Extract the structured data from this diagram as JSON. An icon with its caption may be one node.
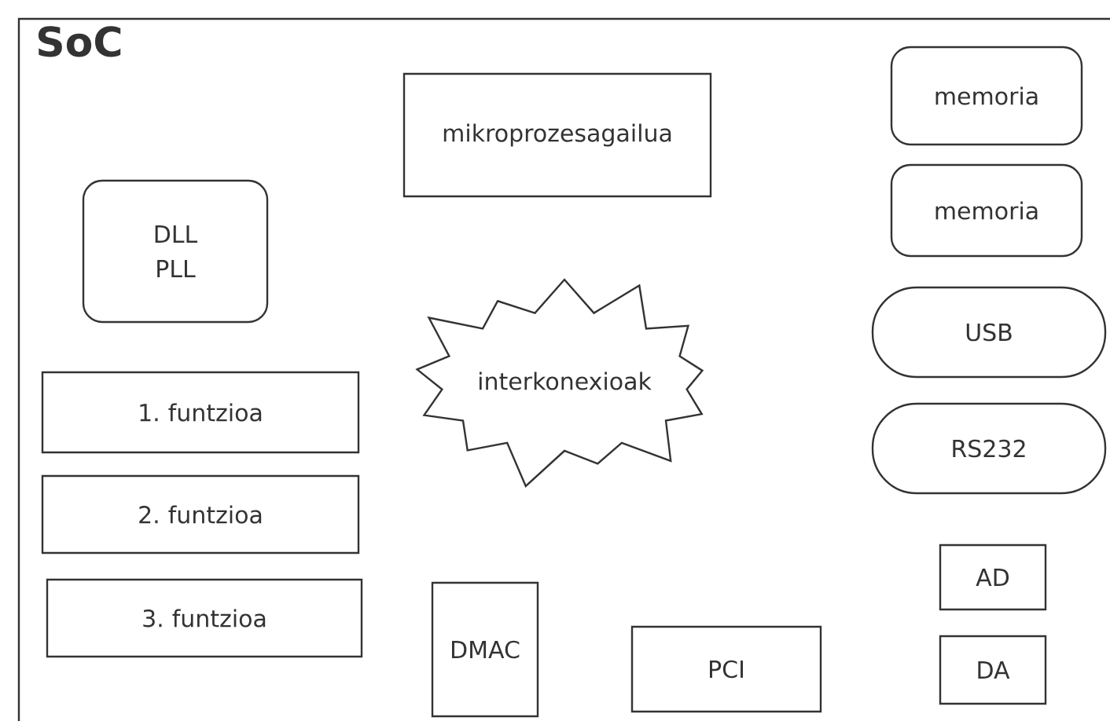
{
  "diagram": {
    "nodes": [
      {
        "text": [
          "SoC"
        ]
      },
      {
        "text": [
          "mikroprozesagailua"
        ],
        "in": 0
      },
      {
        "text": [
          "memoria"
        ],
        "in": 0
      },
      {
        "text": [
          "memoria"
        ],
        "in": 0
      },
      {
        "text": [
          "DLL PLL"
        ],
        "in": 0
      },
      {
        "text": [
          "USB"
        ],
        "in": 0
      },
      {
        "text": [
          "interkonexioak"
        ],
        "in": 0
      },
      {
        "text": [
          "1. funtzioa"
        ],
        "in": 0
      },
      {
        "text": [
          "RS232"
        ],
        "in": 0
      },
      {
        "text": [
          "2. funtzioa"
        ],
        "in": 0
      },
      {
        "text": [
          "AD"
        ],
        "in": 0
      },
      {
        "text": [
          "3. funtzioa"
        ],
        "in": 0
      },
      {
        "text": [
          "DMAC"
        ],
        "in": 0
      },
      {
        "text": [
          "PCI"
        ],
        "in": 0
      },
      {
        "text": [
          "DA"
        ],
        "in": 0
      }
    ]
  }
}
